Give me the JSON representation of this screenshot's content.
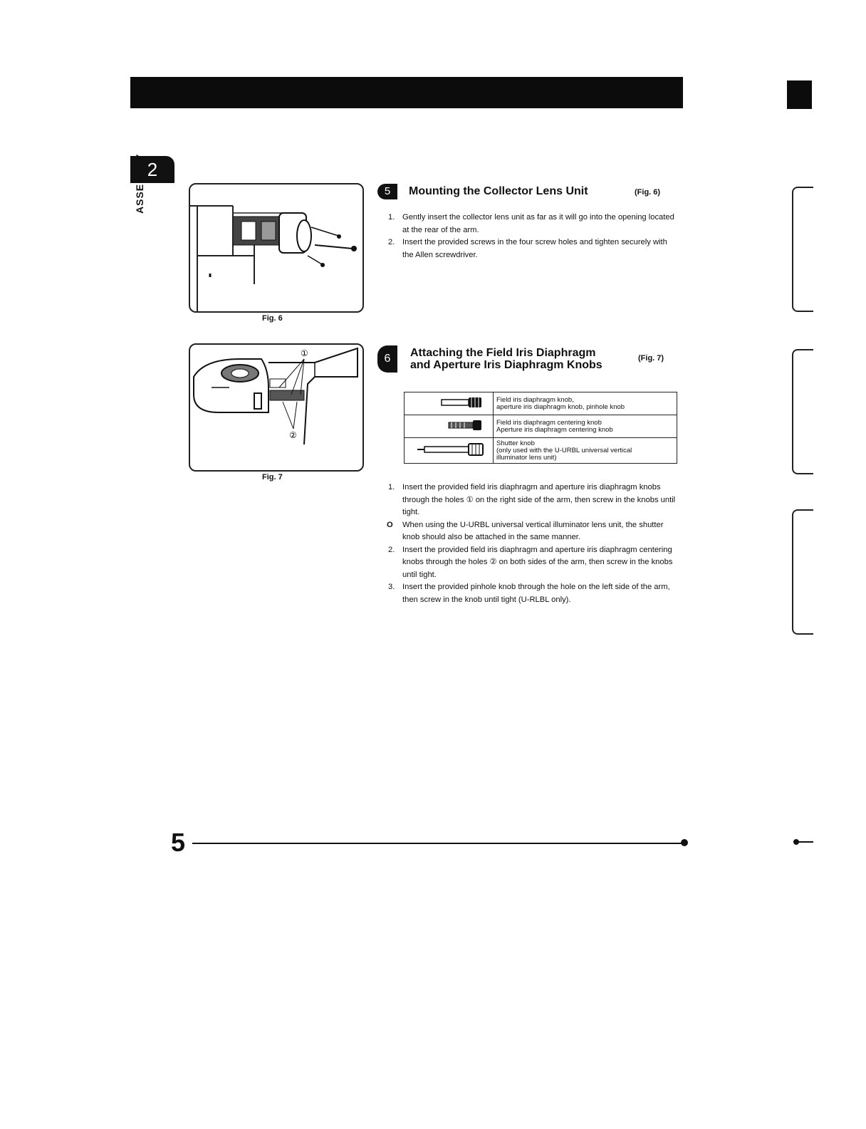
{
  "chapter": {
    "number": "2",
    "name": "ASSEMBLY"
  },
  "figures": {
    "fig6_caption": "Fig. 6",
    "fig7_caption": "Fig. 7",
    "callout_1": "①",
    "callout_2": "②"
  },
  "section5": {
    "badge": "5",
    "title": "Mounting the Collector Lens Unit",
    "ref": "(Fig. 6)",
    "steps": [
      {
        "num": "1.",
        "text": "Gently insert the collector lens unit as far as it will go into the opening located at the rear of the arm."
      },
      {
        "num": "2.",
        "text": "Insert the provided screws in the four screw holes and tighten securely with the Allen screwdriver."
      }
    ]
  },
  "section6": {
    "badge": "6",
    "title_line1": "Attaching the Field Iris Diaphragm",
    "title_line2": "and Aperture Iris Diaphragm Knobs",
    "ref": "(Fig. 7)",
    "table": [
      {
        "line1": "Field iris diaphragm knob,",
        "line2": "aperture iris diaphragm knob, pinhole knob",
        "line3": ""
      },
      {
        "line1": "Field iris diaphragm centering knob",
        "line2": "Aperture iris diaphragm centering knob",
        "line3": ""
      },
      {
        "line1": "Shutter knob",
        "line2": "(only used with the U-URBL universal vertical",
        "line3": "illuminator lens unit)"
      }
    ],
    "steps": [
      {
        "num": "1.",
        "text": "Insert the provided field iris diaphragm and aperture iris diaphragm knobs through the holes ① on the right side of the arm, then screw in the knobs until tight."
      },
      {
        "num": "O",
        "text": "When using the U-URBL universal vertical illuminator lens unit, the shutter knob should also be attached in the same manner."
      },
      {
        "num": "2.",
        "text": "Insert the provided field iris diaphragm and aperture iris diaphragm centering knobs through the holes ② on both sides of the arm, then screw in the knobs until tight."
      },
      {
        "num": "3.",
        "text": "Insert the provided pinhole knob through the hole on the left side of the arm, then screw in the knob until tight (U-RLBL only)."
      }
    ]
  },
  "footer": {
    "page_number": "5"
  }
}
